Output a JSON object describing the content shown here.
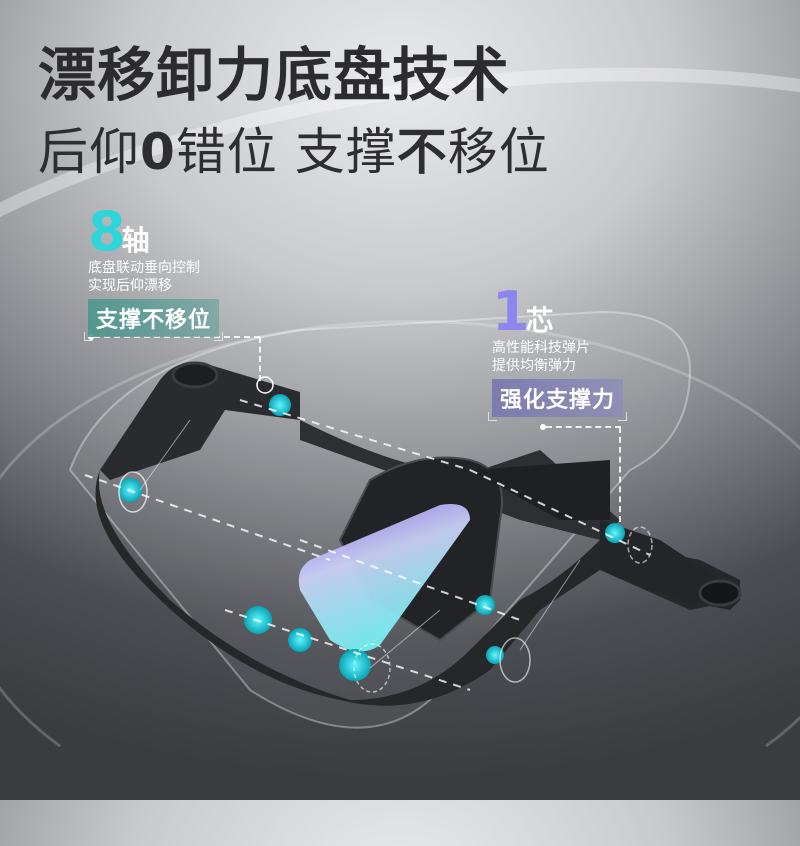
{
  "headline": {
    "title": "漂移卸力底盘技术",
    "subtitle_parts": [
      "后仰",
      "0",
      "错位 支撑",
      "不",
      "移位"
    ]
  },
  "callouts": [
    {
      "number": "8",
      "unit": "轴",
      "lines": [
        "底盘联动垂向控制",
        "实现后仰漂移"
      ],
      "badge": "支撑不移位",
      "accent_color": "#2fd6d9",
      "badge_color": "#4f8c88"
    },
    {
      "number": "1",
      "unit": "芯",
      "lines": [
        "高性能科技弹片",
        "提供均衡弹力"
      ],
      "badge": "强化支撑力",
      "accent_color": "#8e86ee",
      "badge_color": "#7c7ba6"
    }
  ],
  "illustration": {
    "subject": "chair-chassis-exploded-view",
    "highlight_colors": {
      "joint": "#1fd3e0",
      "core_spring": "#9b7cf2"
    }
  }
}
